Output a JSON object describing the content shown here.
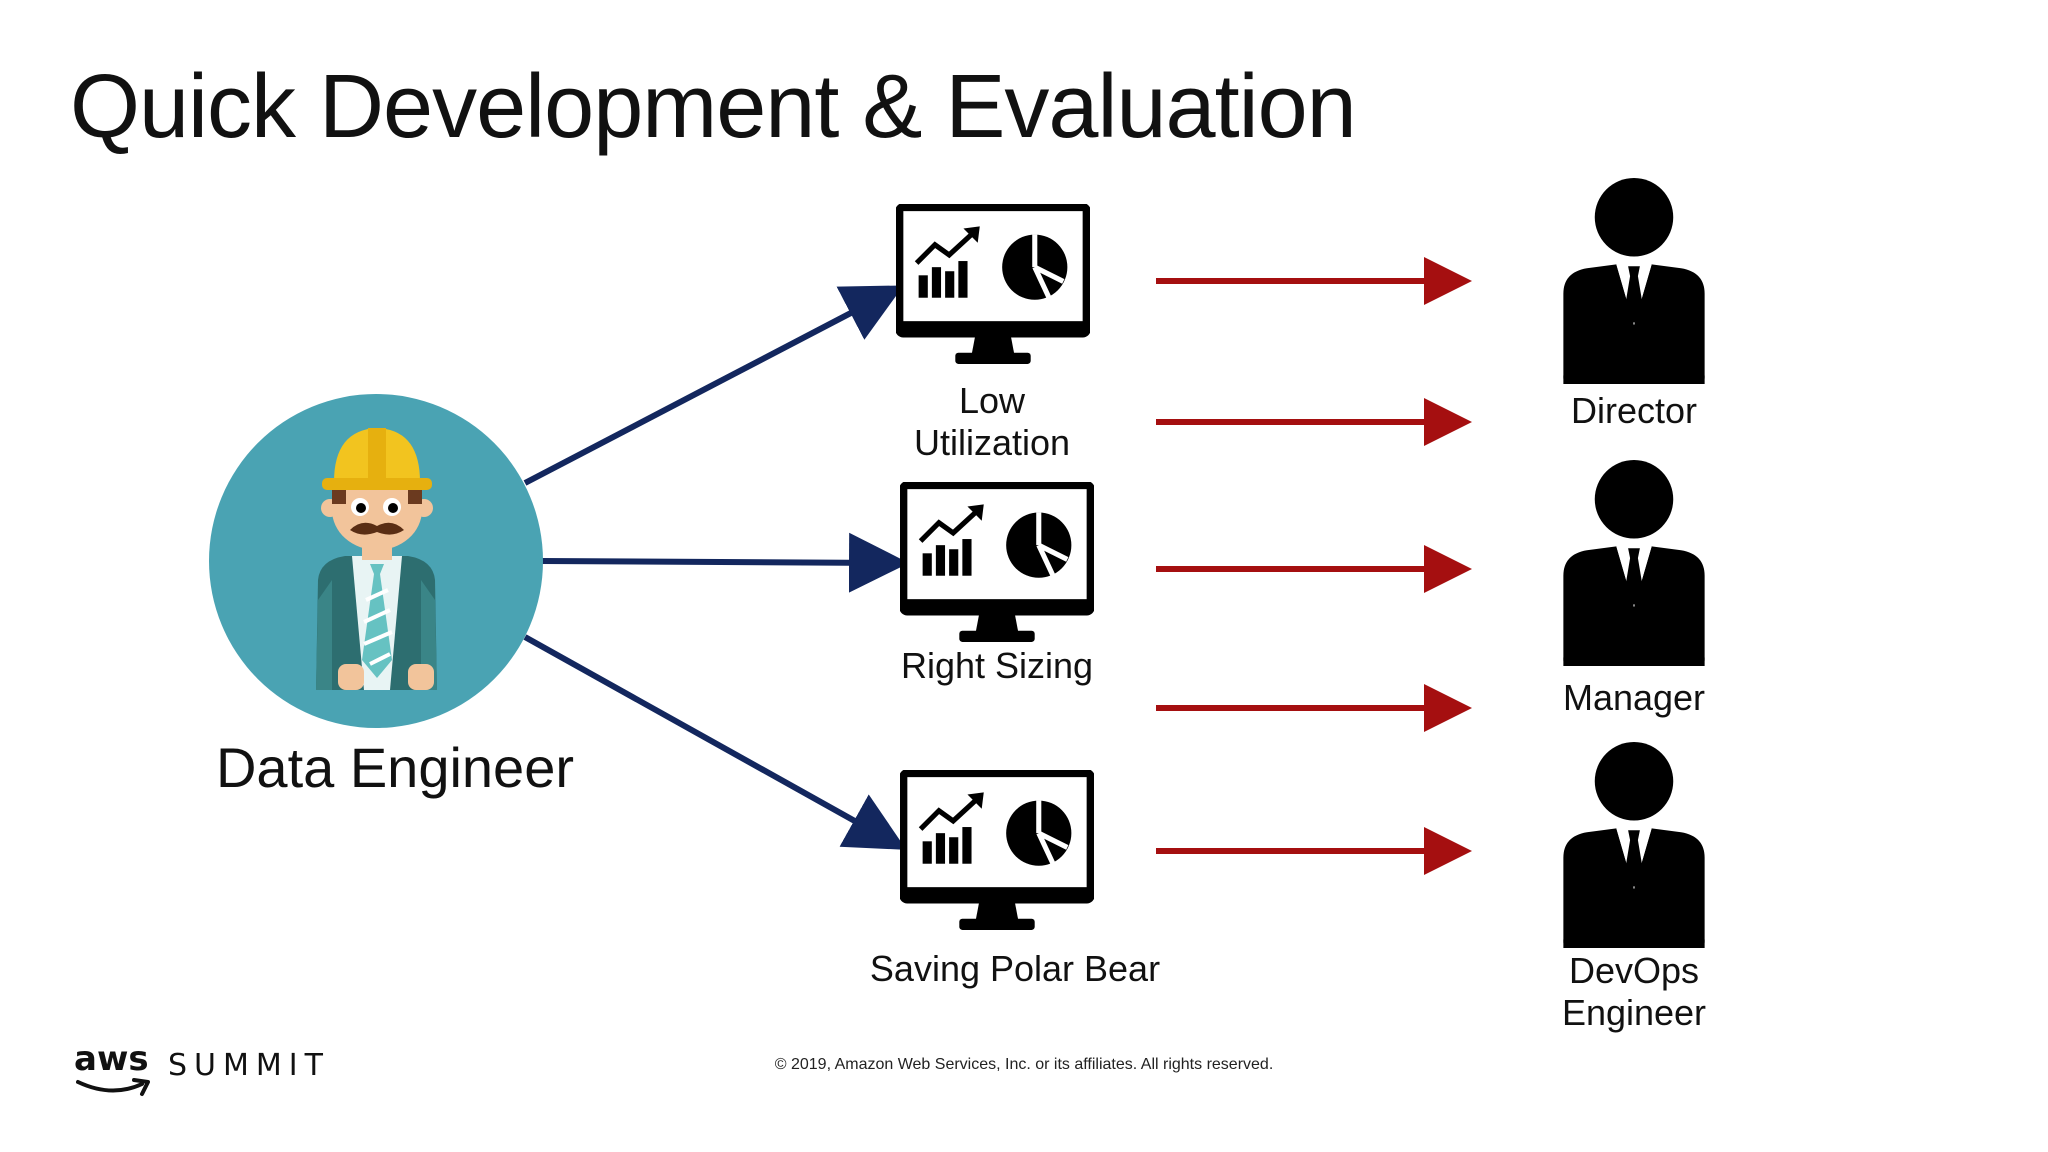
{
  "slide": {
    "title": "Quick Development & Evaluation"
  },
  "engineer": {
    "label": "Data Engineer"
  },
  "dashboards": [
    {
      "label_lines": [
        "Low",
        "Utilization"
      ]
    },
    {
      "label_lines": [
        "Right Sizing"
      ]
    },
    {
      "label_lines": [
        "Saving Polar Bear"
      ]
    }
  ],
  "stakeholders": [
    {
      "label_lines": [
        "Director"
      ]
    },
    {
      "label_lines": [
        "Manager"
      ]
    },
    {
      "label_lines": [
        "DevOps",
        "Engineer"
      ]
    }
  ],
  "footer": {
    "logo_aws": "aws",
    "logo_summit": "SUMMIT",
    "copyright": "© 2019, Amazon Web Services, Inc. or its affiliates. All rights reserved."
  },
  "colors": {
    "left_arrow": "#13275e",
    "right_arrow": "#a50f10",
    "avatar_circle": "#4aa3b3",
    "helmet": "#f2c41f"
  },
  "icons": {
    "engineer": "construction-worker-avatar",
    "dashboard": "monitor-chart-icon",
    "person": "business-person-icon"
  }
}
